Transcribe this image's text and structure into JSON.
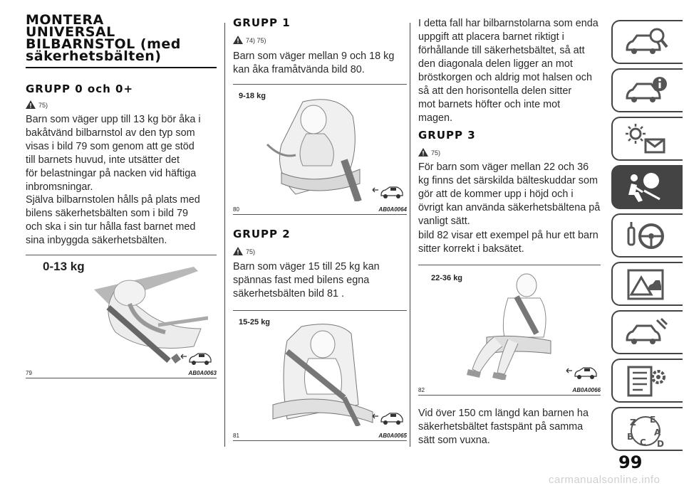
{
  "column1": {
    "title_lines": [
      "MONTERA",
      "UNIVERSAL",
      "BILBARNSTOL (med",
      "säkerhetsbälten)"
    ],
    "heading": "GRUPP 0 och 0+",
    "note_ref": "75)",
    "para1_lines": [
      "Barn som väger upp till 13 kg bör åka i",
      "bakåtvänd bilbarnstol av den typ som",
      "visas i bild 79 som genom att ge stöd",
      "till barnets huvud, inte utsätter det",
      "för belastningar på nacken vid häftiga",
      "inbromsningar."
    ],
    "para2_lines": [
      "Själva bilbarnstolen hålls på plats med",
      "bilens säkerhetsbälten som i bild 79",
      "och ska i sin tur hålla fast barnet med",
      "sina inbyggda säkerhetsbälten."
    ],
    "figure": {
      "weight": "0-13 kg",
      "number": "79",
      "code": "AB0A0063"
    }
  },
  "column2": {
    "heading1": "GRUPP 1",
    "note_ref1": "74) 75)",
    "para1_lines": [
      "Barn som väger mellan 9 och 18 kg",
      "kan åka framåtvända bild 80."
    ],
    "figure1": {
      "weight": "9-18 kg",
      "number": "80",
      "code": "AB0A0064"
    },
    "heading2": "GRUPP 2",
    "note_ref2": "75)",
    "para2_lines": [
      "Barn som väger 15 till 25 kg kan",
      "spännas fast med bilens egna",
      "säkerhetsbälten bild 81 ."
    ],
    "figure2": {
      "weight": "15-25 kg",
      "number": "81",
      "code": "AB0A0065"
    }
  },
  "column3": {
    "para1_lines": [
      "I detta fall har bilbarnstolarna som enda",
      "uppgift att placera barnet riktigt i",
      "förhållande till säkerhetsbältet, så att",
      "den diagonala delen ligger an mot",
      "bröstkorgen och aldrig mot halsen och",
      "så att den horisontella delen sitter",
      "mot barnets höfter och inte mot",
      "magen."
    ],
    "heading": "GRUPP 3",
    "note_ref": "75)",
    "para2_lines": [
      "För barn som väger mellan 22 och 36",
      "kg finns det särskilda bälteskuddar som",
      "gör att de kommer upp i höjd och i",
      "övrigt kan använda säkerhetsbältena på",
      "vanligt sätt."
    ],
    "para3_lines": [
      "bild 82 visar ett exempel på hur ett barn",
      "sitter korrekt i baksätet."
    ],
    "figure": {
      "weight": "22-36 kg",
      "number": "82",
      "code": "AB0A0066"
    },
    "para4_lines": [
      "Vid över 150 cm längd kan barnen ha",
      "säkerhetsbältet fastspänt på samma",
      "sätt som vuxna."
    ]
  },
  "side_tabs": [
    {
      "icon": "car-search-icon",
      "active": false
    },
    {
      "icon": "car-info-icon",
      "active": false
    },
    {
      "icon": "warning-lights-icon",
      "active": false
    },
    {
      "icon": "airbag-passenger-icon",
      "active": true
    },
    {
      "icon": "ignition-steering-icon",
      "active": false
    },
    {
      "icon": "car-emergency-icon",
      "active": false
    },
    {
      "icon": "car-maintenance-icon",
      "active": false
    },
    {
      "icon": "technical-data-icon",
      "active": false
    },
    {
      "icon": "alphabet-index-icon",
      "active": false
    }
  ],
  "page_number": "99",
  "footer_watermark": "carmanualsonline.info"
}
